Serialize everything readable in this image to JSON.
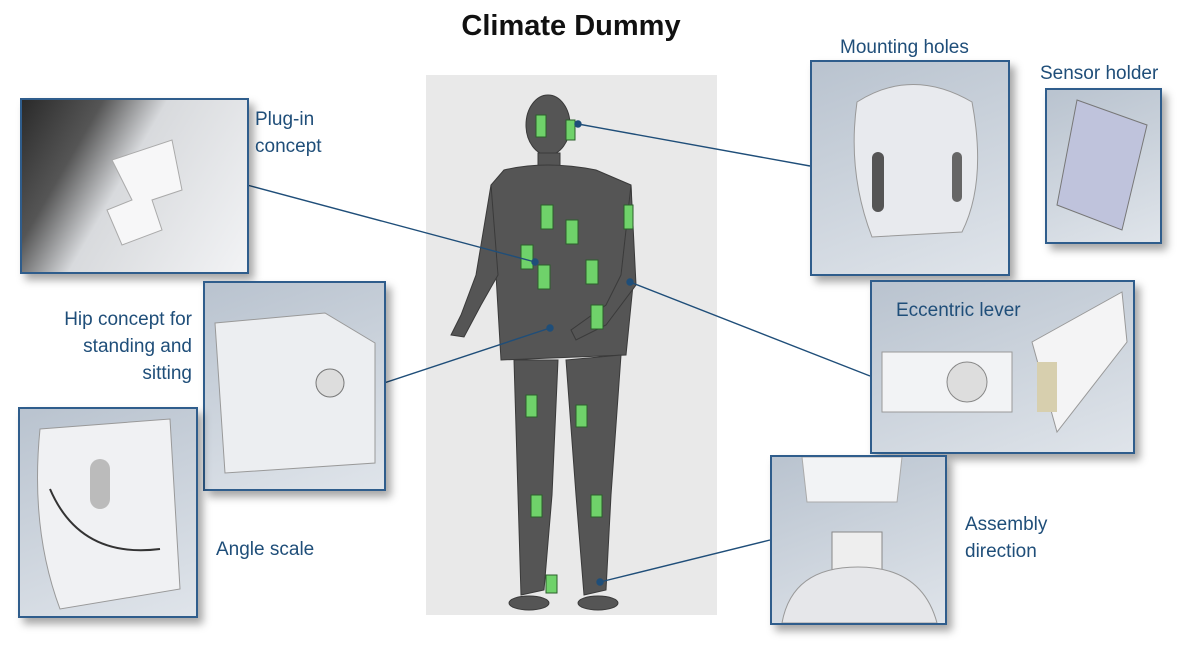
{
  "title": "Climate Dummy",
  "labels": {
    "plug_in": "Plug-in concept",
    "hip": "Hip concept for standing and sitting",
    "angle": "Angle scale",
    "mounting": "Mounting holes",
    "sensor": "Sensor holder",
    "eccentric": "Eccentric lever",
    "assembly": "Assembly direction"
  },
  "colors": {
    "label": "#1f4e79",
    "border": "#2f5d8c",
    "leader": "#1f4e79",
    "sensor_pad": "#6fd26a"
  }
}
